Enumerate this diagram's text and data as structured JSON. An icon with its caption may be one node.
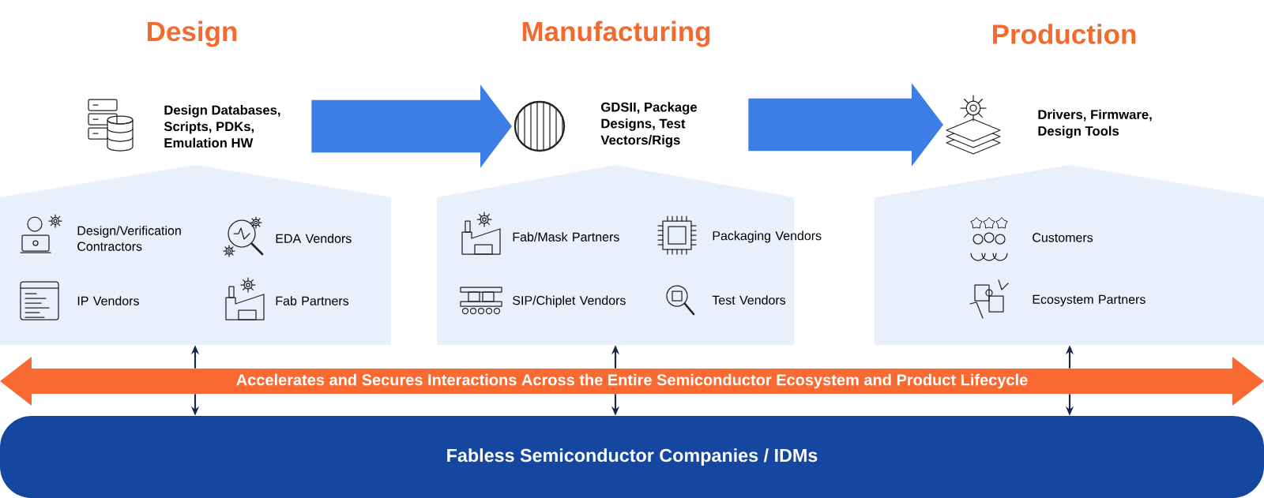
{
  "diagram": {
    "nodes": [
      {
        "text": [
          "Design Databases, Scripts, PDKs, Emulation HW"
        ]
      },
      {
        "text": [
          "GDSII, Package Designs, Test Vectors/Rigs"
        ]
      },
      {
        "text": [
          "Drivers, Firmware, Design Tools"
        ]
      },
      {
        "text": [],
        "shape": "box"
      },
      {
        "text": [
          "Design/Verification Contractors"
        ],
        "in": 3
      },
      {
        "text": [
          "EDA Vendors"
        ],
        "in": 3
      },
      {
        "text": [
          "IP Vendors"
        ],
        "in": 3
      },
      {
        "text": [
          "Fab Partners"
        ],
        "in": 3
      },
      {
        "text": [],
        "shape": "box"
      },
      {
        "text": [
          "Fab/Mask Partners"
        ],
        "in": 8
      },
      {
        "text": [
          "Packaging Vendors"
        ],
        "in": 8
      },
      {
        "text": [
          "SIP/Chiplet Vendors"
        ],
        "in": 8
      },
      {
        "text": [
          "Test Vendors"
        ],
        "in": 8
      },
      {
        "text": [],
        "shape": "box"
      },
      {
        "text": [
          "Customers"
        ],
        "in": 13
      },
      {
        "text": [
          "Ecosystem Partners"
        ],
        "in": 13
      },
      {
        "text": [
          "Accelerates and Secures Interactions Across the Entire Semiconductor Ecosystem and Product Lifecycle"
        ]
      },
      {
        "text": [
          "Fabless Semiconductor Companies / IDMs"
        ]
      }
    ],
    "edges": [
      {
        "from": 0,
        "to": 1,
        "arrow": "to",
        "style": "thick",
        "color": "#3d7ee6"
      },
      {
        "from": 1,
        "to": 2,
        "arrow": "to",
        "style": "thick",
        "color": "#3d7ee6"
      },
      {
        "from": 16,
        "to": 3,
        "arrow": "to"
      },
      {
        "from": 16,
        "to": 17,
        "arrow": "to"
      },
      {
        "from": 16,
        "to": 8,
        "arrow": "to"
      },
      {
        "from": 16,
        "to": 17,
        "arrow": "to"
      },
      {
        "from": 16,
        "to": 13,
        "arrow": "to"
      },
      {
        "from": 16,
        "to": 17,
        "arrow": "to"
      }
    ],
    "labels": [
      "Design",
      "Manufacturing",
      "Production"
    ]
  }
}
